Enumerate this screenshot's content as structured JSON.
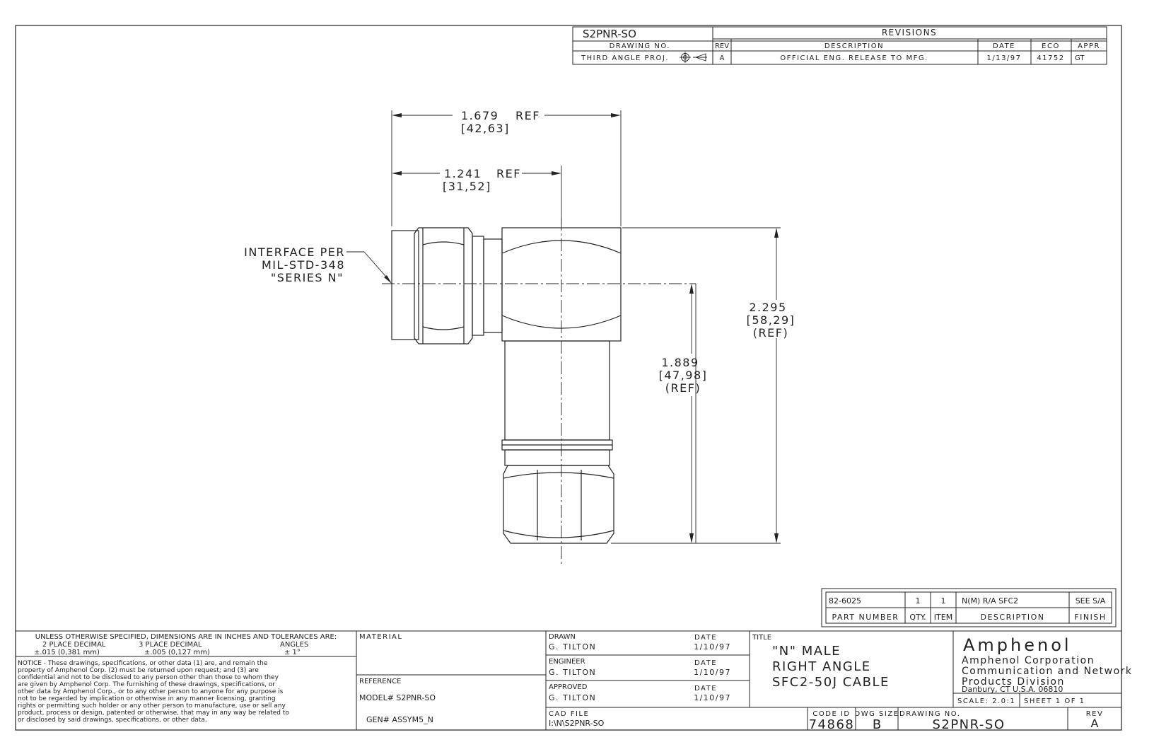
{
  "revisions_block": {
    "drawing_number": "S2PNR-SO",
    "drawing_no_label": "DRAWING NO.",
    "projection_label": "THIRD ANGLE PROJ.",
    "revisions_title": "REVISIONS",
    "headers": {
      "rev": "REV",
      "description": "DESCRIPTION",
      "date": "DATE",
      "eco": "ECO",
      "appr": "APPR"
    },
    "rows": [
      {
        "rev": "A",
        "description": "OFFICIAL ENG. RELEASE TO MFG.",
        "date": "1/13/97",
        "eco": "41752",
        "appr": "GT"
      }
    ]
  },
  "dimensions": {
    "overall_length": {
      "value": "1.679",
      "ref": "REF",
      "metric": "[42,63]"
    },
    "interface_length": {
      "value": "1.241",
      "ref": "REF",
      "metric": "[31,52]"
    },
    "overall_height": {
      "value": "2.295",
      "metric": "[58,29]",
      "ref": "(REF)"
    },
    "center_height": {
      "value": "1.889",
      "metric": "[47,98]",
      "ref": "(REF)"
    }
  },
  "interface_note": [
    "INTERFACE PER",
    "MIL-STD-348",
    "\"SERIES N\""
  ],
  "parts_list": {
    "row": {
      "part_number": "82-6025",
      "qty": "1",
      "item": "1",
      "description": "N(M) R/A SFC2",
      "finish": "SEE S/A"
    },
    "headers": {
      "part_number": "PART NUMBER",
      "qty": "QTY.",
      "item": "ITEM",
      "description": "DESCRIPTION",
      "finish": "FINISH"
    }
  },
  "title_block": {
    "tolerances": {
      "heading": "UNLESS OTHERWISE SPECIFIED, DIMENSIONS ARE IN INCHES AND TOLERANCES ARE:",
      "two_place_label": "2 PLACE DECIMAL",
      "two_place_value": "±.015  (0,381 mm)",
      "three_place_label": "3 PLACE DECIMAL",
      "three_place_value": "±.005  (0,127 mm)",
      "angles_label": "ANGLES",
      "angles_value": "± 1°"
    },
    "notice": [
      "NOTICE - These drawings, specifications, or other data (1) are, and remain the",
      "property of Amphenol Corp. (2) must be returned upon request; and (3) are",
      "confidential and not to be disclosed to any person other than those to whom they",
      "are given by Amphenol Corp.  The furnishing of these drawings, specifications, or",
      "other data by Amphenol Corp., or to any other person to anyone for any purpose is",
      "not to be regarded by implication or otherwise in any manner licensing, granting",
      "rights or permitting such holder or any other person to manufacture, use or sell any",
      "product, process or design, patented or otherwise, that may in any way be related to",
      "or disclosed by said drawings, specifications, or other data."
    ],
    "material_label": "MATERIAL",
    "reference_label": "REFERENCE",
    "model": "MODEL# S2PNR-SO",
    "gen": "GEN# ASSYM5_N",
    "drawn_label": "DRAWN",
    "drawn_by": "G. TILTON",
    "drawn_date": "1/10/97",
    "engineer_label": "ENGINEER",
    "engineer_by": "G. TILTON",
    "engineer_date": "1/10/97",
    "approved_label": "APPROVED",
    "approved_by": "G. TILTON",
    "approved_date": "1/10/97",
    "date_label": "DATE",
    "cad_label": "CAD FILE",
    "cad_file": "I:\\N\\S2PNR-SO",
    "title_label": "TITLE",
    "title_lines": [
      "\"N\" MALE",
      "RIGHT ANGLE",
      "SFC2-50J CABLE"
    ],
    "company_logo": "Amphenol",
    "company_lines": [
      "Amphenol Corporation",
      "Communication and Network",
      "Products Division",
      "Danbury, CT U.S.A.  06810"
    ],
    "scale": "SCALE: 2.0:1",
    "sheet": "SHEET   1 OF 1",
    "code_id_label": "CODE ID",
    "code_id": "74868",
    "dwg_size_label": "DWG SIZE",
    "dwg_size": "B",
    "drawing_no_label": "DRAWING NO.",
    "drawing_no": "S2PNR-SO",
    "rev_label": "REV",
    "rev": "A"
  }
}
